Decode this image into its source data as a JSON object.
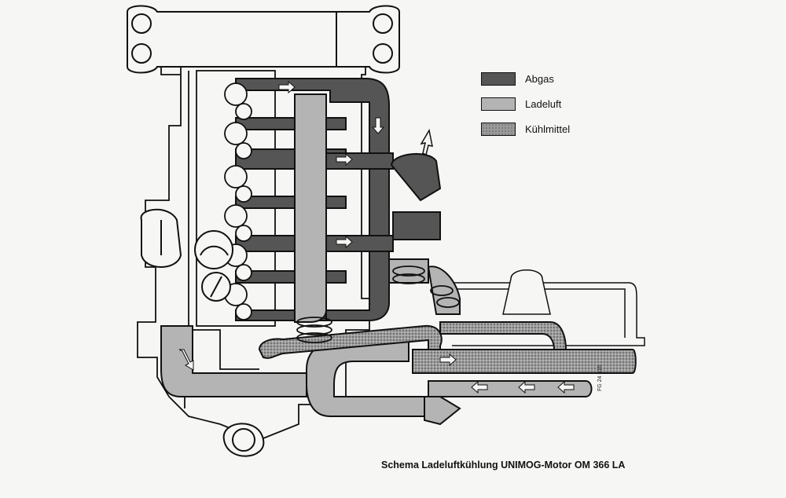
{
  "legend": {
    "items": [
      {
        "label": "Abgas",
        "color": "#555555"
      },
      {
        "label": "Ladeluft",
        "color": "#b4b4b4"
      },
      {
        "label": "Kühlmittel",
        "color": "#9a9a9a"
      }
    ]
  },
  "caption": "Schema Ladeluftkühlung UNIMOG-Motor OM 366 LA",
  "figure_code": "FG 24 516",
  "colors": {
    "outline": "#111111",
    "background": "#f6f6f4",
    "exhaust": "#555555",
    "charge_air": "#b4b4b4",
    "coolant": "#9a9a9a"
  }
}
